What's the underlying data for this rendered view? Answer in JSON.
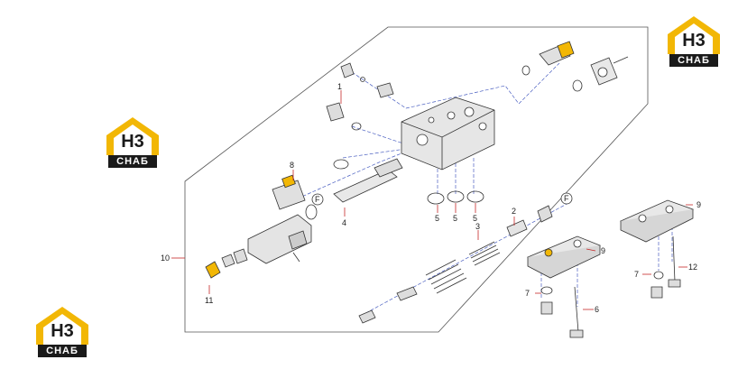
{
  "logo": {
    "mark": "H3",
    "brand": "CHAБ",
    "accent_color": "#f2b705"
  },
  "callouts": {
    "c1": "1",
    "c2": "2",
    "c3": "3",
    "c4": "4",
    "c5a": "5",
    "c5b": "5",
    "c5c": "5",
    "c6": "6",
    "c7a": "7",
    "c7b": "7",
    "c8": "8",
    "c9a": "9",
    "c9b": "9",
    "c10": "10",
    "c11": "11",
    "c12": "12",
    "fa": "F",
    "fb": "F"
  }
}
